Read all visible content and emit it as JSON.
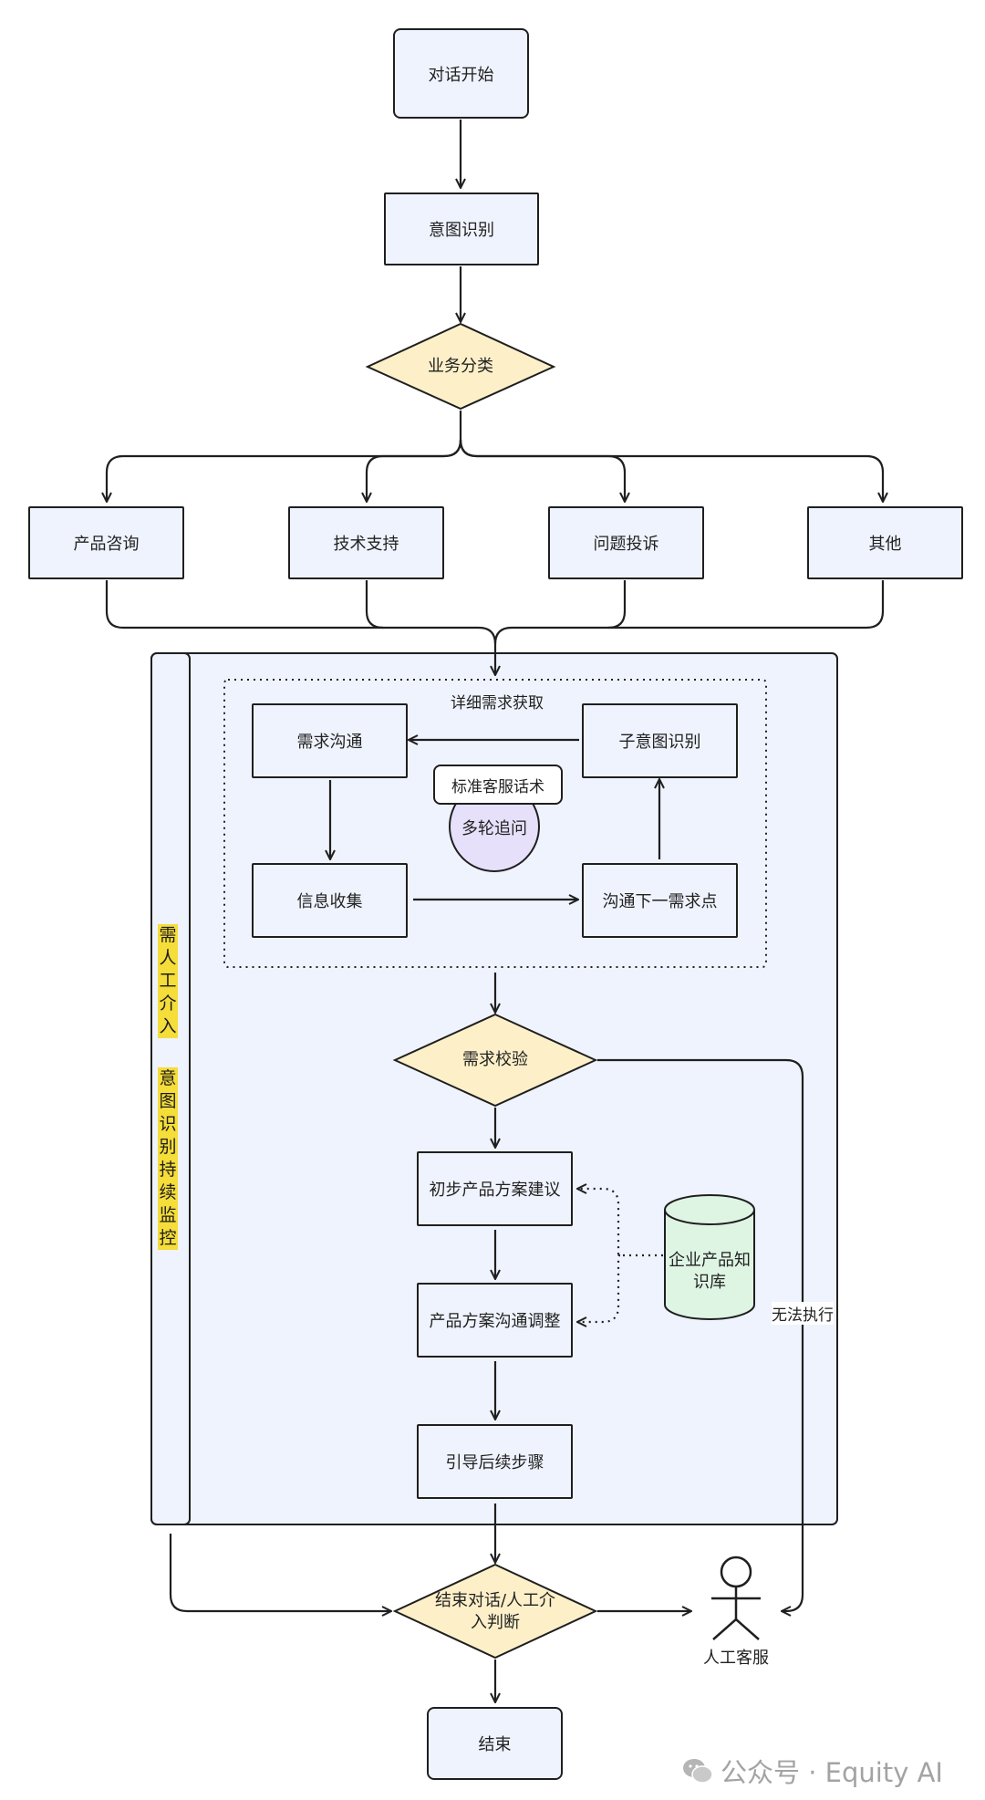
{
  "nodes": {
    "start": "对话开始",
    "intent": "意图识别",
    "business": "业务分类",
    "product": "产品咨询",
    "tech": "技术支持",
    "complaint": "问题投诉",
    "other": "其他",
    "detail_group": "详细需求获取",
    "need_comm": "需求沟通",
    "sub_intent": "子意图识别",
    "script": "标准客服话术",
    "multi": "多轮追问",
    "info": "信息收集",
    "next_point": "沟通下一需求点",
    "check": "需求校验",
    "proposal": "初步产品方案建议",
    "kb": "企业产品知识库",
    "adjust": "产品方案沟通调整",
    "guide": "引导后续步骤",
    "end_judge": "结束对话/人工介入判断",
    "end": "结束",
    "human": "人工客服"
  },
  "side_labels": {
    "top": [
      "需",
      "人",
      "工",
      "介",
      "入"
    ],
    "bottom": [
      "意",
      "图",
      "识",
      "别",
      "持",
      "续",
      "监",
      "控"
    ]
  },
  "edge_labels": {
    "cannot": "无法执行"
  },
  "watermark": "公众号 · Equity AI",
  "colors": {
    "box_fill": "#eff3fd",
    "diamond_fill": "#fdf0c9",
    "circle_fill": "#e7e0fb",
    "db_fill": "#dff5e4",
    "highlight": "#f5dd3a"
  }
}
